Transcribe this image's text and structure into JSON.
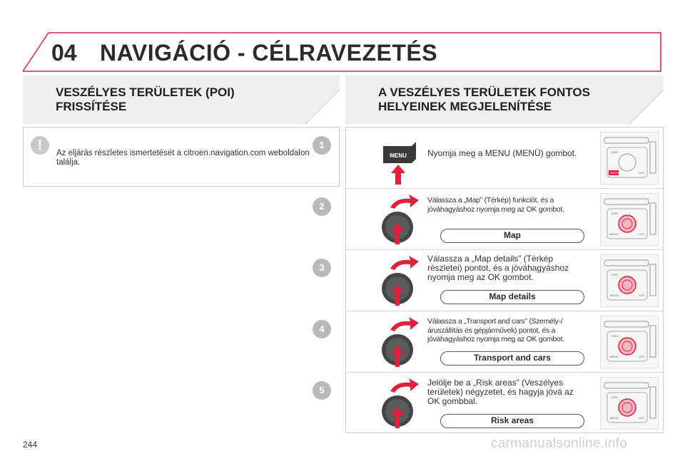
{
  "header": {
    "chapter": "04",
    "title": "NAVIGÁCIÓ - CÉLRAVEZETÉS",
    "accent_color": "#d9204a"
  },
  "left": {
    "section_title_line1": "VESZÉLYES TERÜLETEK (POI)",
    "section_title_line2": "FRISSÍTÉSE",
    "note_symbol": "!",
    "note_text": "Az eljárás részletes ismertetését a citroen.navigation.com weboldalon találja."
  },
  "right": {
    "section_title_line1": "A VESZÉLYES TERÜLETEK FONTOS",
    "section_title_line2": "HELYEINEK MEGJELENÍTÉSE",
    "steps": [
      {
        "number": "1",
        "text": "Nyomja meg a MENU (MENÜ) gombot.",
        "button_label": "",
        "icon": "menu-button",
        "device_labels": [
          "DISC",
          "MENU",
          "LIST"
        ]
      },
      {
        "number": "2",
        "text": "Válassza a „Map” (Térkép) funkciót, és a jóváhagyáshoz nyomja meg az OK gombot.",
        "button_label": "Map",
        "icon": "rotary-knob",
        "device_labels": [
          "DISC",
          "MENU",
          "LIST"
        ]
      },
      {
        "number": "3",
        "text": "Válassza a „Map details” (Térkép részletei) pontot, és a jóváhagyáshoz nyomja meg az OK gombot.",
        "button_label": "Map details",
        "icon": "rotary-knob",
        "device_labels": [
          "DISC",
          "MENU",
          "LIST"
        ]
      },
      {
        "number": "4",
        "text": "Válassza a „Transport and cars” (Személy-/áruszállítás és gépjárművek) pontot, és a jóváhagyáshoz nyomja meg az OK gombot.",
        "button_label": "Transport and cars",
        "icon": "rotary-knob",
        "device_labels": [
          "DISC",
          "MENU",
          "LIST"
        ]
      },
      {
        "number": "5",
        "text": "Jelölje be a „Risk areas” (Veszélyes területek) négyzetet, és hagyja jóvá az OK gombbal.",
        "button_label": "Risk areas",
        "icon": "rotary-knob",
        "device_labels": [
          "DISC",
          "MENU",
          "LIST"
        ]
      }
    ]
  },
  "footer": {
    "page_number": "244",
    "watermark": "carmanualsonline.info"
  }
}
